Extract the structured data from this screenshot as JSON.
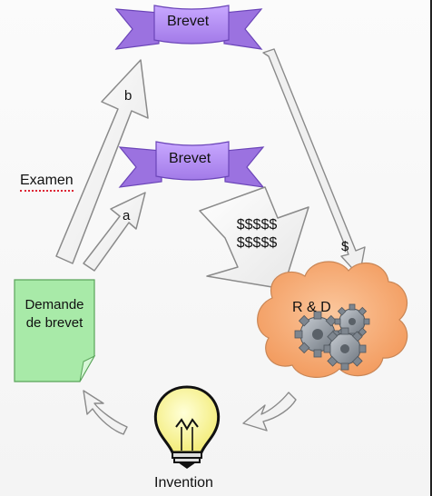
{
  "ribbon_top": "Brevet",
  "ribbon_mid": "Brevet",
  "label_b": "b",
  "label_a": "a",
  "label_examen": "Examen",
  "document": {
    "line1": "Demande",
    "line2": "de brevet"
  },
  "money": {
    "line1": "$$$$$",
    "line2": "$$$$$"
  },
  "label_dollar": "$",
  "cloud_label": "R & D",
  "invention_label": "Invention",
  "icons": [
    "ribbon-banner-icon",
    "document-icon",
    "cloud-icon",
    "gears-icon",
    "light-bulb-icon"
  ],
  "colors": {
    "ribbon": "#b48cf2",
    "ribbon_dark": "#7b4fd0",
    "document": "#a6eaa6",
    "cloud": "#f7b07a",
    "bulb": "#fbf6a8"
  }
}
